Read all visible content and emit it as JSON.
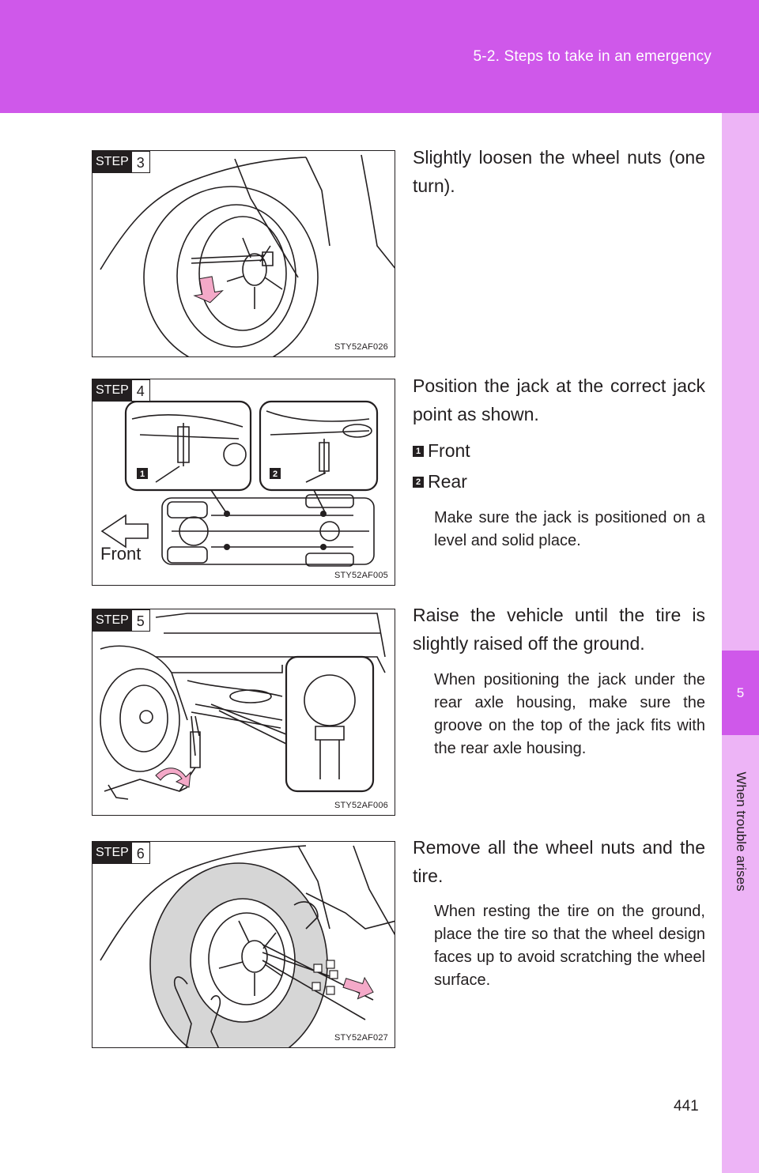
{
  "header": {
    "section_title": "5-2. Steps to take in an emergency"
  },
  "side_tab": {
    "chapter_number": "5",
    "chapter_title": "When trouble arises"
  },
  "page_number": "441",
  "step_word": "STEP",
  "steps": [
    {
      "number": "3",
      "figure_code": "STY52AF026",
      "text": "Slightly loosen the wheel nuts (one turn)."
    },
    {
      "number": "4",
      "figure_code": "STY52AF005",
      "text": "Position the jack at the correct jack point as shown.",
      "items": [
        {
          "num": "1",
          "label": "Front"
        },
        {
          "num": "2",
          "label": "Rear"
        }
      ],
      "front_label": "Front",
      "note": "Make sure the jack is positioned on a level and solid place."
    },
    {
      "number": "5",
      "figure_code": "STY52AF006",
      "text": "Raise the vehicle until the tire is slightly raised off the ground.",
      "note": "When positioning the jack under the rear axle housing, make sure the groove on the top of the jack fits with the rear axle housing."
    },
    {
      "number": "6",
      "figure_code": "STY52AF027",
      "text": "Remove all the wheel nuts and the tire.",
      "note": "When resting the tire on the ground, place the tire so that the wheel design faces up to avoid scratching the wheel surface."
    }
  ],
  "colors": {
    "header": "#cf58ea",
    "side_tab": "#edb4f6",
    "arrow": "#f4a9c8",
    "ink": "#231f20"
  }
}
